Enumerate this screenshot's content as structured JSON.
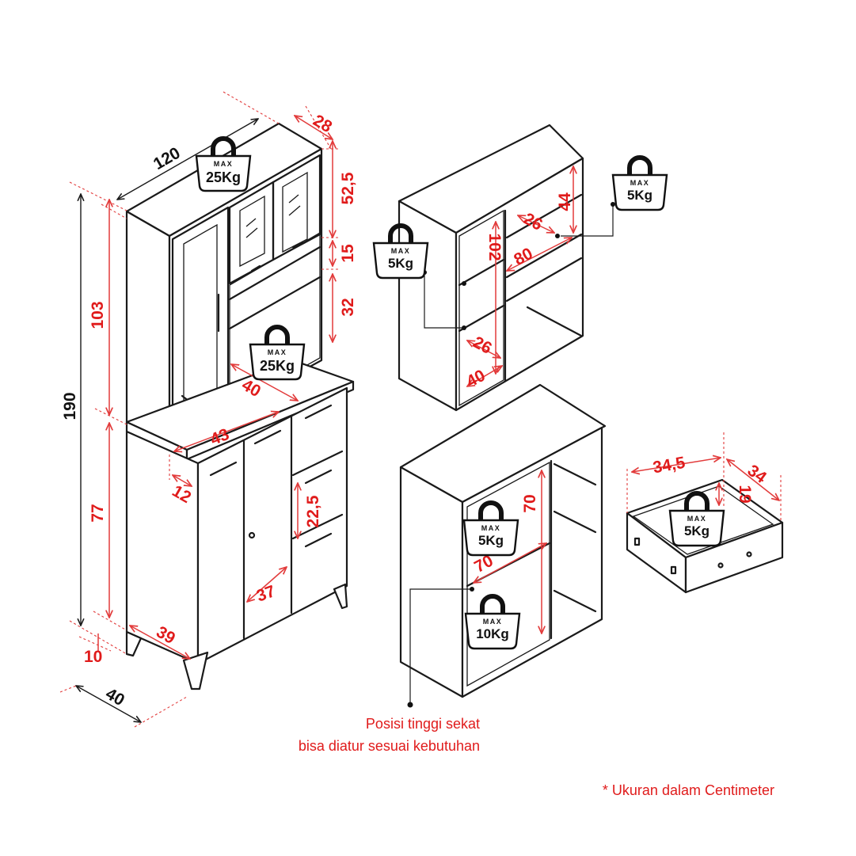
{
  "dimensions": {
    "total_height": "190",
    "upper_height": "103",
    "lower_height": "77",
    "leg_height": "10",
    "total_width": "120",
    "upper_depth": "28",
    "upper_cabinet_height": "52,5",
    "upper_gap": "15",
    "upper_open_height": "32",
    "counter_width": "40",
    "counter_depth": "43",
    "drawer_front_depth": "12",
    "drawer_height": "22,5",
    "door_width": "37",
    "side_width": "39",
    "base_depth": "40",
    "hutch_shelf_height": "44",
    "hutch_shelf_depth": "26",
    "hutch_shelf_width": "80",
    "hutch_total_height": "102",
    "hutch_lower_depth": "26",
    "hutch_lower_width": "40",
    "base_inner_height": "70",
    "base_inner_width": "70",
    "drawer_width": "34,5",
    "drawer_depth": "34",
    "drawer_inner_height": "19"
  },
  "weights": {
    "max_label": "MAX",
    "upper_top": "25Kg",
    "counter": "25Kg",
    "hutch_right": "5Kg",
    "hutch_left": "5Kg",
    "base_shelf": "5Kg",
    "base_floor": "10Kg",
    "drawer": "5Kg"
  },
  "notes": {
    "adjustable_line1": "Posisi tinggi sekat",
    "adjustable_line2": "bisa diatur sesuai kebutuhan",
    "unit_note": "* Ukuran dalam Centimeter"
  },
  "colors": {
    "dimension": "#e01b1b",
    "outline": "#1a1a1a",
    "background": "#ffffff"
  }
}
